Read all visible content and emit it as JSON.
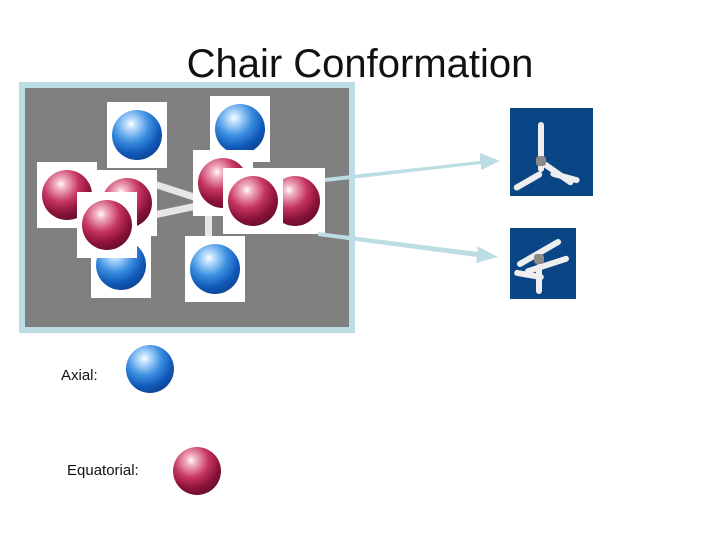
{
  "title": "Chair Conformation",
  "legend": {
    "axial_label": "Axial:",
    "equatorial_label": "Equatorial:",
    "axial_color": "#1e6fd0",
    "equatorial_color": "#b0234d"
  },
  "colors": {
    "frame_border": "#bcdde4",
    "frame_background": "#808080",
    "arrow": "#bcdde4",
    "model_background": "#0a4585"
  }
}
